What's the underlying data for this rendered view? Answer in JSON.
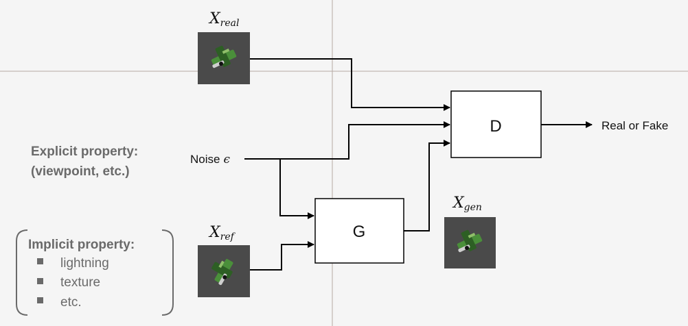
{
  "colors": {
    "background": "#f5f5f5",
    "guide_line": "#b5a9a4",
    "arrow": "#000000",
    "property_text": "#6a6a6a",
    "thumb_bg": "#4a4a4a"
  },
  "blocks": {
    "discriminator": "D",
    "generator": "G"
  },
  "inputs": {
    "x_real": {
      "base": "X",
      "sub": "real",
      "icon": "airplane-render"
    },
    "x_ref": {
      "base": "X",
      "sub": "ref",
      "icon": "airplane-render"
    },
    "x_gen": {
      "base": "X",
      "sub": "gen",
      "icon": "airplane-render"
    },
    "noise": {
      "label": "Noise",
      "symbol": "ϵ"
    }
  },
  "output": {
    "label": "Real or Fake"
  },
  "explicit_property": {
    "line1": "Explicit property:",
    "line2": "(viewpoint, etc.)"
  },
  "implicit_property": {
    "heading": "Implicit property:",
    "items": [
      "lightning",
      "texture",
      "etc."
    ]
  }
}
